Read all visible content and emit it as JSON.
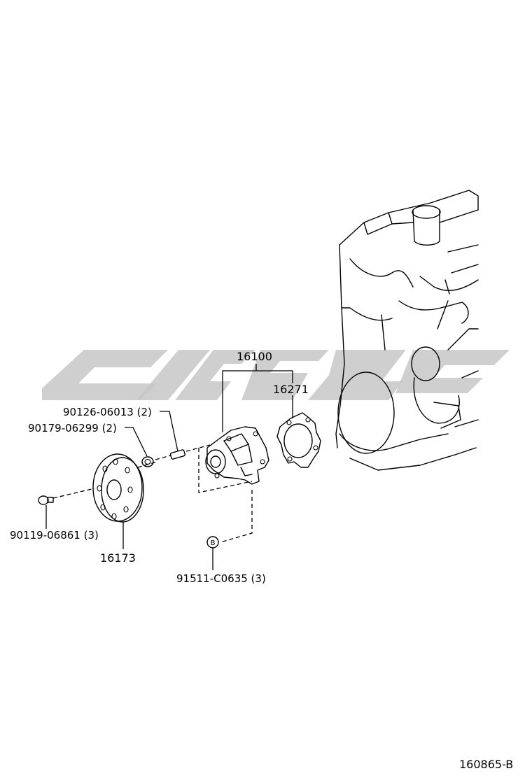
{
  "parts": {
    "p16100": "16100",
    "p16271": "16271",
    "p90126": "90126-06013 (2)",
    "p90179": "90179-06299 (2)",
    "p90119": "90119-06861 (3)",
    "p16173": "16173",
    "p91511": "91511-C0635 (3)",
    "marker_b": "B"
  },
  "figure_code": "160865-B",
  "colors": {
    "line": "#000000",
    "watermark": "#c7c7c7",
    "background": "#ffffff"
  }
}
